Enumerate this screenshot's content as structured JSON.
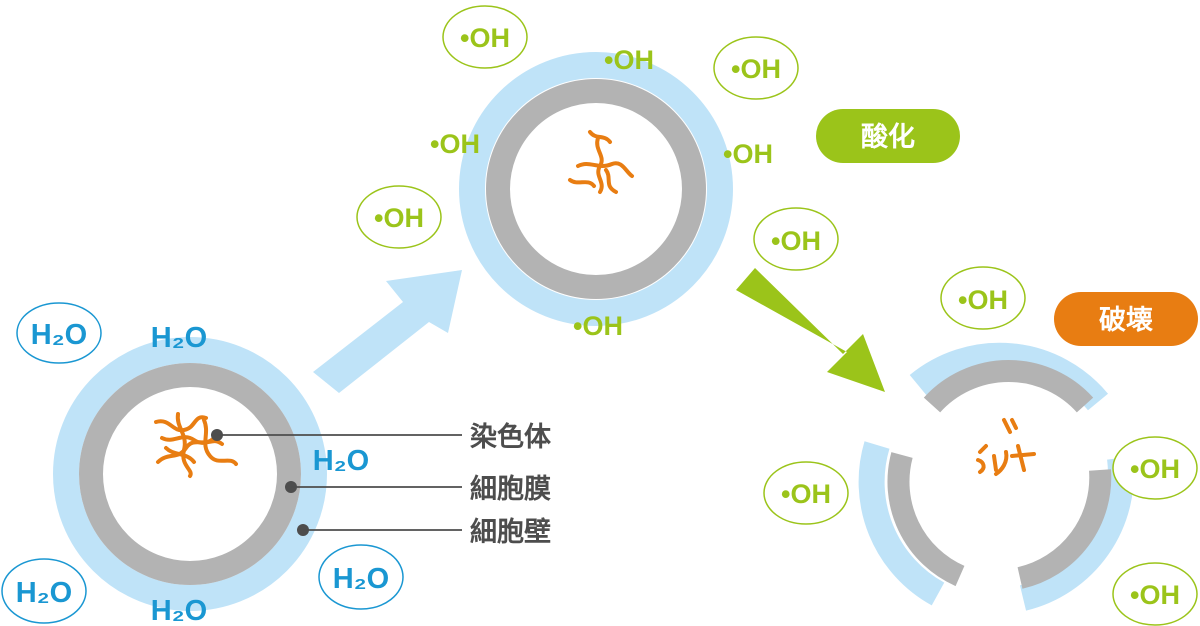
{
  "molecules": {
    "water_label": "H₂O",
    "hydroxyl_label": "•OH"
  },
  "labels": {
    "chromosome": "染色体",
    "cell_membrane": "細胞膜",
    "cell_wall": "細胞壁"
  },
  "stages": {
    "oxidation": "酸化",
    "destruction": "破壊"
  },
  "colors": {
    "cell_wall": "#bfe3f8",
    "cell_membrane": "#b3b3b3",
    "chromosome": "#e87d12",
    "water": "#1a97d2",
    "hydroxyl": "#9bc41a",
    "oxidation_badge": "#9bc41a",
    "destruction_badge": "#e87d12",
    "label_text": "#4d4d4d"
  }
}
